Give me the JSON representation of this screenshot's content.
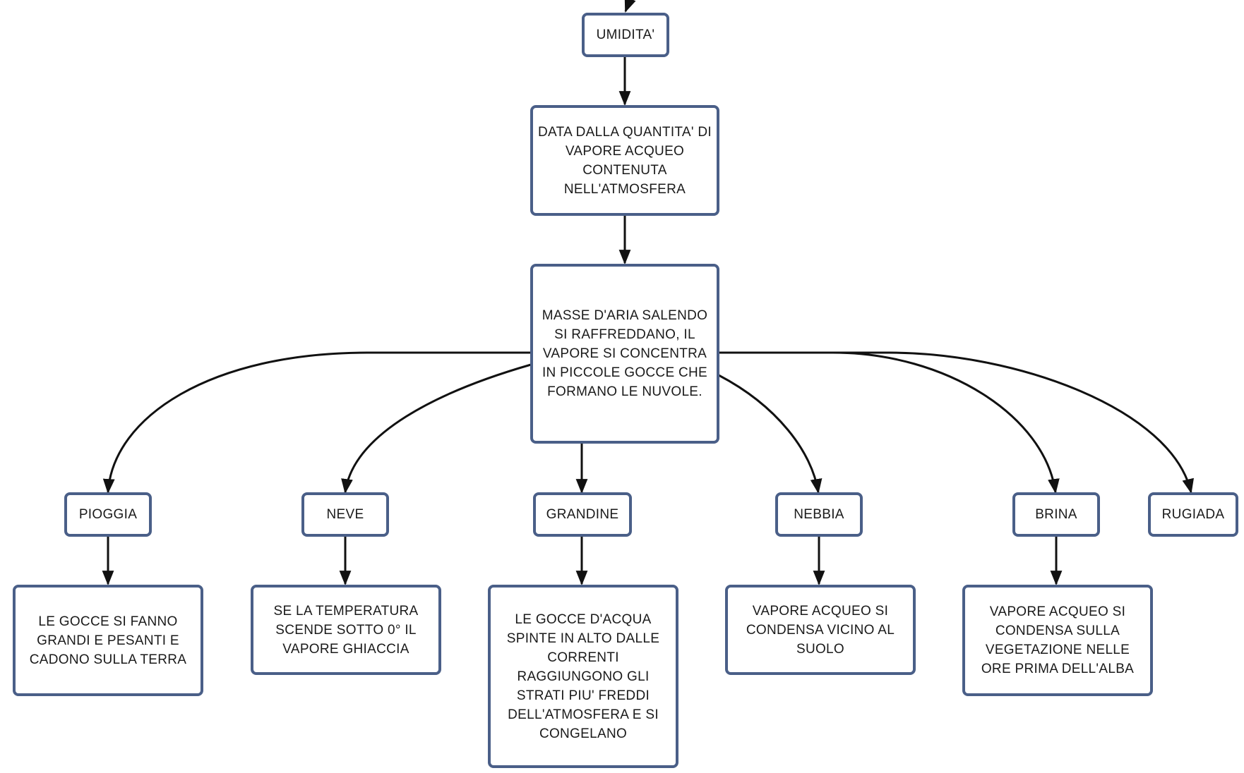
{
  "colors": {
    "node_border": "#4a5f88",
    "edge": "#111111",
    "text": "#1a1a1a",
    "background": "#ffffff"
  },
  "nodes": {
    "umidita": "UMIDITA'",
    "data_dalla": "DATA DALLA QUANTITA' DI VAPORE ACQUEO CONTENUTA NELL'ATMOSFERA",
    "masse_aria": "MASSE D'ARIA SALENDO SI RAFFREDDANO, IL VAPORE SI CONCENTRA IN PICCOLE GOCCE CHE FORMANO LE NUVOLE.",
    "pioggia": "PIOGGIA",
    "neve": "NEVE",
    "grandine": "GRANDINE",
    "nebbia": "NEBBIA",
    "brina": "BRINA",
    "rugiada": "RUGIADA",
    "pioggia_desc": "LE GOCCE SI FANNO GRANDI E PESANTI E CADONO SULLA TERRA",
    "neve_desc": "SE LA TEMPERATURA SCENDE SOTTO 0° IL VAPORE GHIACCIA",
    "grandine_desc": "LE GOCCE D'ACQUA SPINTE IN ALTO DALLE CORRENTI RAGGIUNGONO GLI STRATI PIU' FREDDI DELL'ATMOSFERA E SI CONGELANO",
    "nebbia_desc": "VAPORE ACQUEO SI CONDENSA VICINO AL SUOLO",
    "brina_desc": "VAPORE ACQUEO SI CONDENSA SULLA VEGETAZIONE NELLE ORE PRIMA DELL'ALBA"
  }
}
